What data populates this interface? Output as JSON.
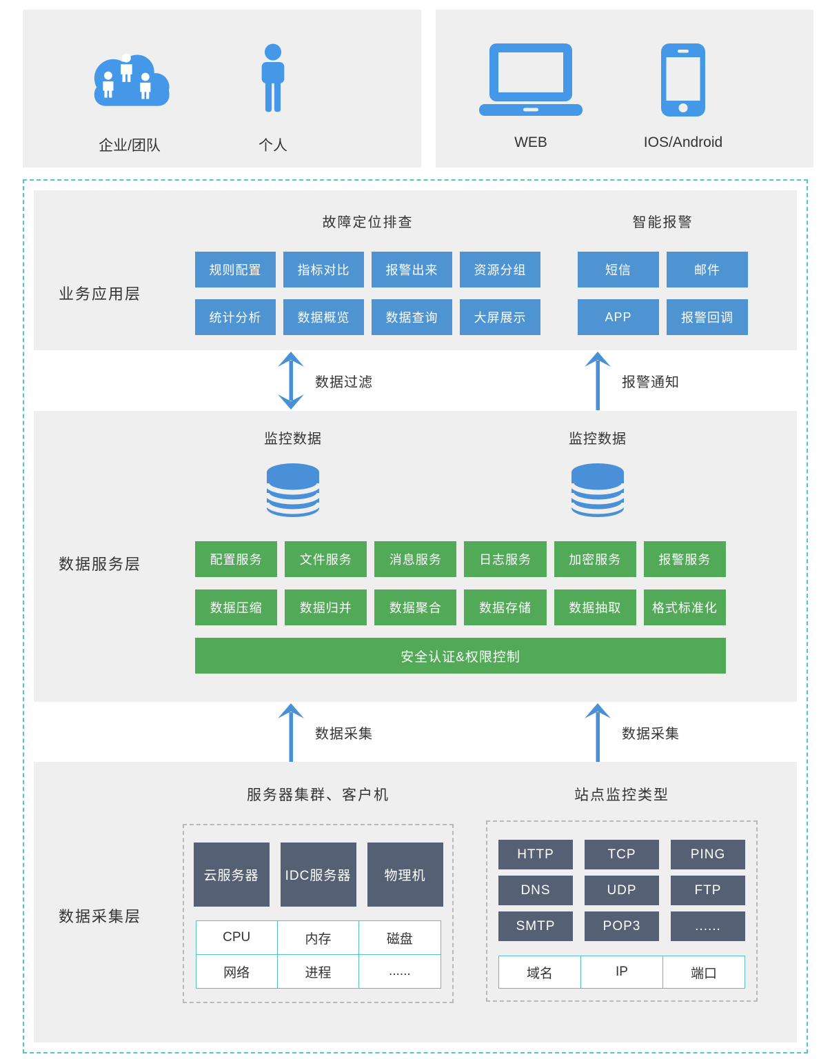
{
  "colors": {
    "accent_blue": "#4f94d2",
    "icon_blue": "#4598e8",
    "green": "#52a957",
    "dark_slate": "#566074",
    "teal_border": "#4fc5cb",
    "panel_bg": "#efefef"
  },
  "top": {
    "users_label": "企业/团队",
    "person_label": "个人",
    "web_label": "WEB",
    "mobile_label": "IOS/Android"
  },
  "app_layer": {
    "name": "业务应用层",
    "group1_title": "故障定位排查",
    "group1_buttons": [
      "规则配置",
      "指标对比",
      "报警出来",
      "资源分组",
      "统计分析",
      "数据概览",
      "数据查询",
      "大屏展示"
    ],
    "group2_title": "智能报警",
    "group2_buttons": [
      "短信",
      "邮件",
      "APP",
      "报警回调"
    ]
  },
  "connector1": {
    "left": "数据过滤",
    "right": "报警通知"
  },
  "service_layer": {
    "name": "数据服务层",
    "db1_title": "监控数据",
    "db2_title": "监控数据",
    "buttons": [
      "配置服务",
      "文件服务",
      "消息服务",
      "日志服务",
      "加密服务",
      "报警服务",
      "数据压缩",
      "数据归并",
      "数据聚合",
      "数据存储",
      "数据抽取",
      "格式标准化"
    ],
    "security_bar": "安全认证&权限控制"
  },
  "connector2": {
    "left": "数据采集",
    "right": "数据采集"
  },
  "collect_layer": {
    "name": "数据采集层",
    "server_group": {
      "title": "服务器集群、客户机",
      "boxes": [
        "云服务器",
        "IDC服务器",
        "物理机"
      ],
      "metrics": [
        "CPU",
        "内存",
        "磁盘",
        "网络",
        "进程",
        "......"
      ]
    },
    "site_group": {
      "title": "站点监控类型",
      "boxes": [
        "HTTP",
        "TCP",
        "PING",
        "DNS",
        "UDP",
        "FTP",
        "SMTP",
        "POP3",
        "......"
      ],
      "fields": [
        "域名",
        "IP",
        "端口"
      ]
    }
  }
}
